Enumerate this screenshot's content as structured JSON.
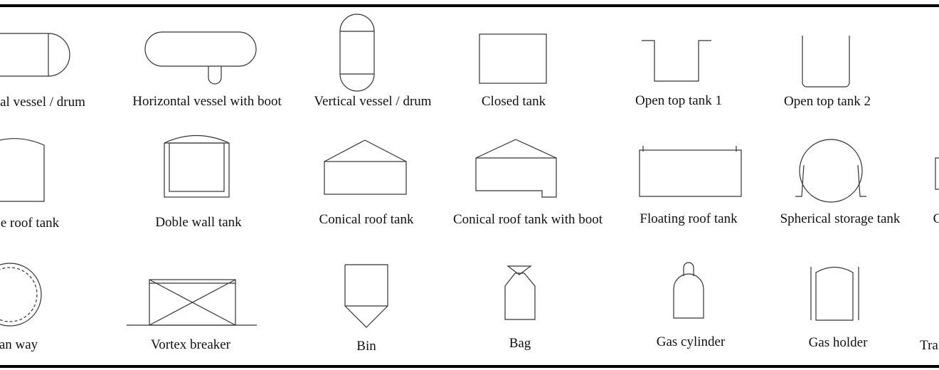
{
  "symbols": [
    {
      "key": "horizontal_vessel",
      "label": "al vessel / drum"
    },
    {
      "key": "horizontal_vessel_boot",
      "label": "Horizontal vessel with boot"
    },
    {
      "key": "vertical_vessel",
      "label": "Vertical vessel / drum"
    },
    {
      "key": "closed_tank",
      "label": "Closed tank"
    },
    {
      "key": "open_top_tank_1",
      "label": "Open top tank 1"
    },
    {
      "key": "open_top_tank_2",
      "label": "Open top tank 2"
    },
    {
      "key": "dome_roof_tank",
      "label": "e roof tank"
    },
    {
      "key": "double_wall_tank",
      "label": "Doble wall tank"
    },
    {
      "key": "conical_roof_tank",
      "label": "Conical roof tank"
    },
    {
      "key": "conical_roof_tank_boot",
      "label": "Conical roof tank with boot"
    },
    {
      "key": "floating_roof_tank",
      "label": "Floating roof tank"
    },
    {
      "key": "spherical_storage_tank",
      "label": "Spherical  storage tank"
    },
    {
      "key": "partial_row2_right",
      "label": "C"
    },
    {
      "key": "man_way",
      "label": "an way"
    },
    {
      "key": "vortex_breaker",
      "label": "Vortex breaker"
    },
    {
      "key": "bin",
      "label": "Bin"
    },
    {
      "key": "bag",
      "label": "Bag"
    },
    {
      "key": "gas_cylinder",
      "label": "Gas cylinder"
    },
    {
      "key": "gas_holder",
      "label": "Gas holder"
    },
    {
      "key": "partial_row3_right",
      "label": "Tra"
    }
  ]
}
